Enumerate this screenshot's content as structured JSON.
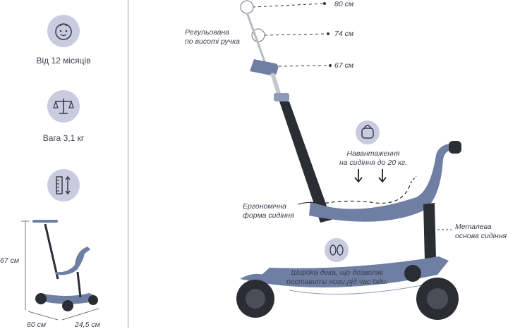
{
  "features": [
    {
      "icon": "baby-face-icon",
      "label": "Від 12 місяців"
    },
    {
      "icon": "scales-icon",
      "label": "Вага 3,1 кг"
    },
    {
      "icon": "height-adjust-icon",
      "label": ""
    }
  ],
  "small_scooter": {
    "height_label": "67 см",
    "length_label": "60 см",
    "width_label": "24,5 см"
  },
  "handle_heights": [
    "80 см",
    "74 см",
    "67 см"
  ],
  "annotations": {
    "handle": [
      "Регульована",
      "по висоті ручка"
    ],
    "load": [
      "Навантаження",
      "на сидіння до 20 кг."
    ],
    "seat_shape": [
      "Ергономічна",
      "форма сидіння"
    ],
    "metal_base": [
      "Металева",
      "основа сидіння"
    ],
    "deck": [
      "Широка дека, що дозволяє",
      "поставити ноги під час їзди."
    ]
  },
  "colors": {
    "scooter_body": "#6f7ea3",
    "scooter_dark": "#2a2d33",
    "icon_bg": "#c9ccdf",
    "divider": "#9aa0aa"
  }
}
